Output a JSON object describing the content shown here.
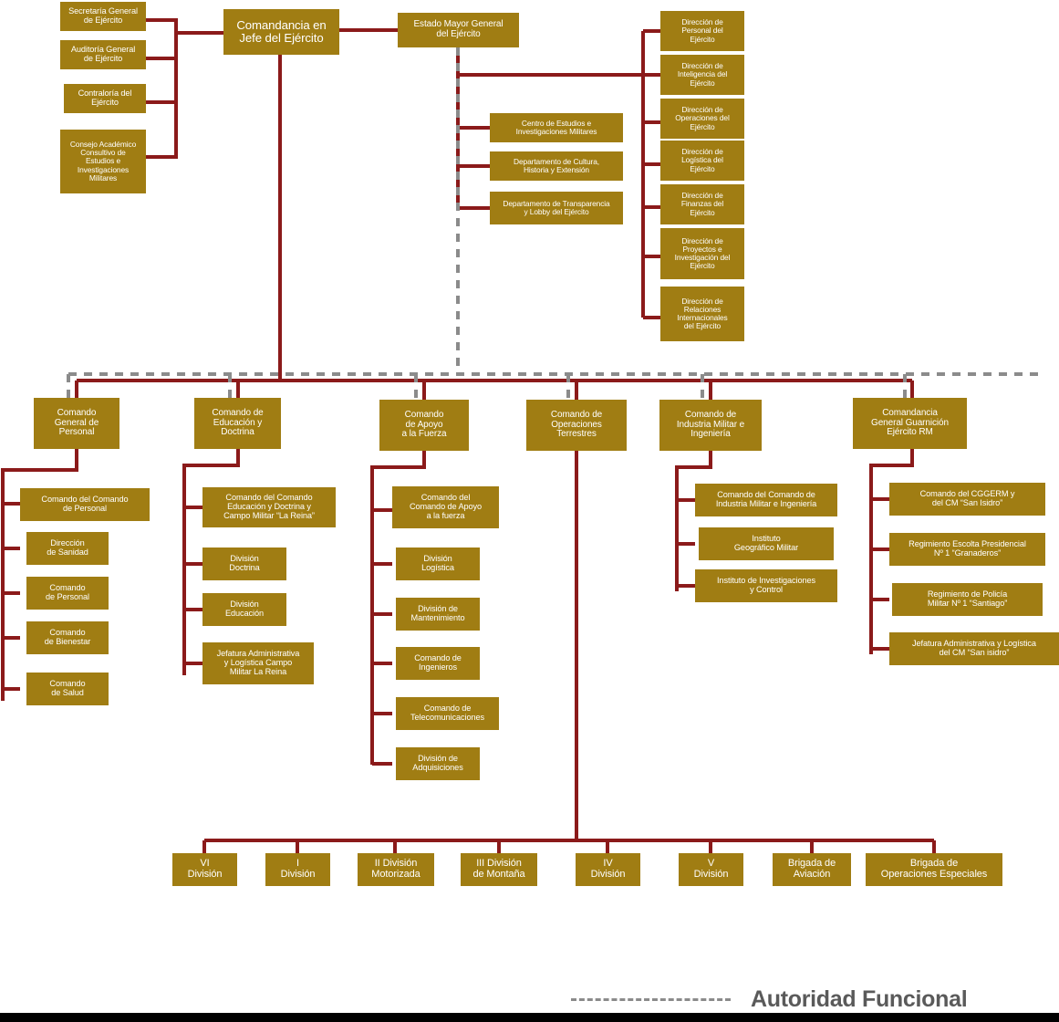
{
  "diagram": {
    "title": "Organigrama Ejercito",
    "colors": {
      "box_fill": "#a07d13",
      "box_text": "#ffffff",
      "command_line": "#8b1a1a",
      "functional_line": "#8b8b8b",
      "footer_bar": "#000000"
    }
  },
  "legend": {
    "functional_authority": "Autoridad Funcional",
    "line_style": "dashed"
  },
  "nodes": {
    "comandancia_jefe": "Comandancia en\nJefe del Ejército",
    "estado_mayor": "Estado Mayor General\ndel Ejército",
    "staff_left": [
      "Secretaría General\nde Ejército",
      "Auditoría General\nde Ejército",
      "Contraloría del\nEjército",
      "Consejo Académico\nConsultivo de\nEstudios e\nInvestigaciones\nMilitares"
    ],
    "em_center": [
      "Centro de Estudios e\nInvestigaciones Militares",
      "Departamento de Cultura,\nHistoria y Extensión",
      "Departamento de Transparencia\ny Lobby del Ejército"
    ],
    "direcciones": [
      "Dirección de\nPersonal del\nEjército",
      "Dirección de\nInteligencia del\nEjército",
      "Dirección de\nOperaciones del\nEjército",
      "Dirección de\nLogística del\nEjército",
      "Dirección de\nFinanzas del\nEjército",
      "Dirección de\nProyectos e\nInvestigación del\nEjército",
      "Dirección de\nRelaciones\nInternacionales\ndel Ejército"
    ],
    "comandos": [
      {
        "label": "Comando\nGeneral de\nPersonal",
        "children": [
          "Comando del Comando\nde Personal",
          "Dirección\nde Sanidad",
          "Comando\nde Personal",
          "Comando\nde Bienestar",
          "Comando\nde Salud"
        ]
      },
      {
        "label": "Comando de\nEducación y\nDoctrina",
        "children": [
          "Comando del Comando\nEducación y Doctrina y\nCampo Militar “La Reina”",
          "División\nDoctrina",
          "División\nEducación",
          "Jefatura Administrativa\ny Logística Campo\nMilitar La Reina"
        ]
      },
      {
        "label": "Comando\nde Apoyo\na la Fuerza",
        "children": [
          "Comando del\nComando de Apoyo\na la fuerza",
          "División\nLogística",
          "División de\nMantenimiento",
          "Comando de\nIngenieros",
          "Comando de\nTelecomunicaciones",
          "División de\nAdquisiciones"
        ]
      },
      {
        "label": "Comando de\nOperaciones\nTerrestres",
        "children": []
      },
      {
        "label": "Comando de\nIndustria Militar e\nIngeniería",
        "children": [
          "Comando del Comando de\nIndustria Militar e Ingeniería",
          "Instituto\nGeográfico Militar",
          "Instituto de Investigaciones\ny Control"
        ]
      },
      {
        "label": "Comandancia\nGeneral Guarnición\nEjército RM",
        "children": [
          "Comando del CGGERM y\ndel CM “San Isidro”",
          "Regimiento Escolta Presidencial\nNº 1 “Granaderos”",
          "Regimiento de Policía\nMilitar Nº 1 “Santiago”",
          "Jefatura Administrativa y Logística\ndel CM “San isidro”"
        ]
      }
    ],
    "divisiones": [
      "VI\nDivisión",
      "I\nDivisión",
      "II División\nMotorizada",
      "III División\nde Montaña",
      "IV\nDivisión",
      "V\nDivisión",
      "Brigada de\nAviación",
      "Brigada de\nOperaciones Especiales"
    ]
  }
}
